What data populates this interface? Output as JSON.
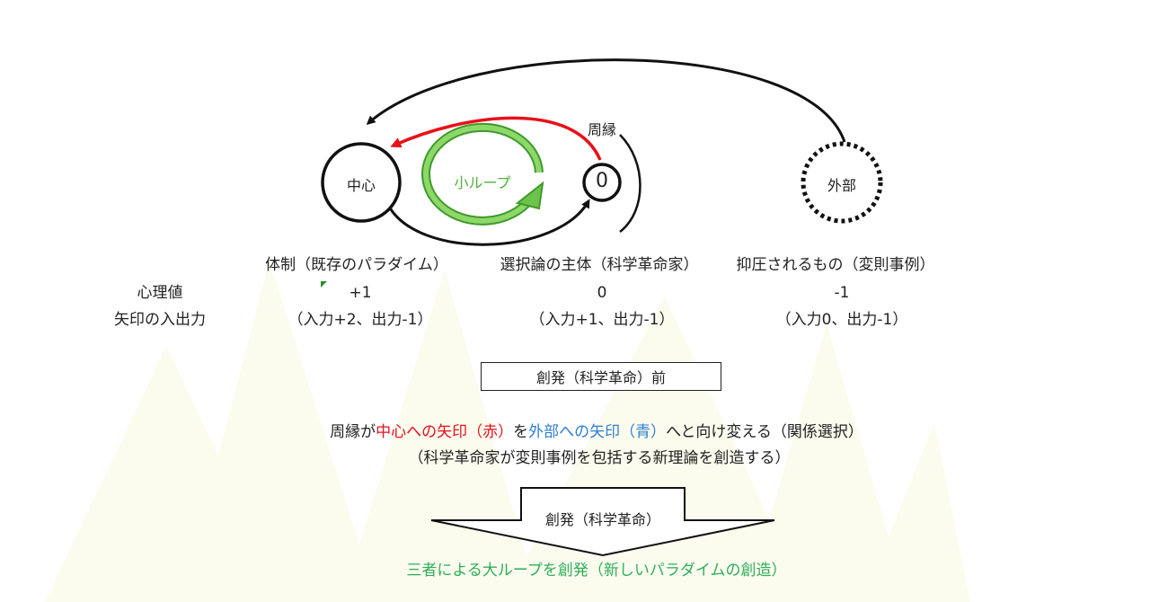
{
  "nodes": {
    "center": "中心",
    "zero": "0",
    "periphery": "周縁",
    "external": "外部",
    "small_loop": "小ループ"
  },
  "columns": {
    "col1_title": "体制（既存のパラダイム）",
    "col2_title": "選択論の主体（科学革命家）",
    "col3_title": "抑圧されるもの（変則事例）"
  },
  "rows": {
    "psych_label": "心理値",
    "psych_values": [
      "+1",
      "0",
      "-1"
    ],
    "arrows_label": "矢印の入出力",
    "arrows_values": [
      "（入力+2、出力-1）",
      "（入力+1、出力-1）",
      "（入力0、出力-1）"
    ]
  },
  "before_box": "創発（科学革命）前",
  "sentence": {
    "part1": "周縁が",
    "red": "中心への矢印（赤）",
    "part2": "を",
    "blue": "外部への矢印（青）",
    "part3": "へと向け変える（関係選択）"
  },
  "sub_sentence": "（科学革命家が変則事例を包括する新理論を創造する）",
  "arrow_label": "創発（科学革命）",
  "result": "三者による大ループを創発（新しいパラダイムの創造）",
  "colors": {
    "red": "#e8101a",
    "blue": "#2e7fd1",
    "green_text": "#2fae5a",
    "loop_green": "#6cc24a",
    "loop_green_dark": "#3f9a2a",
    "background_tint": "#fdfdf4"
  }
}
